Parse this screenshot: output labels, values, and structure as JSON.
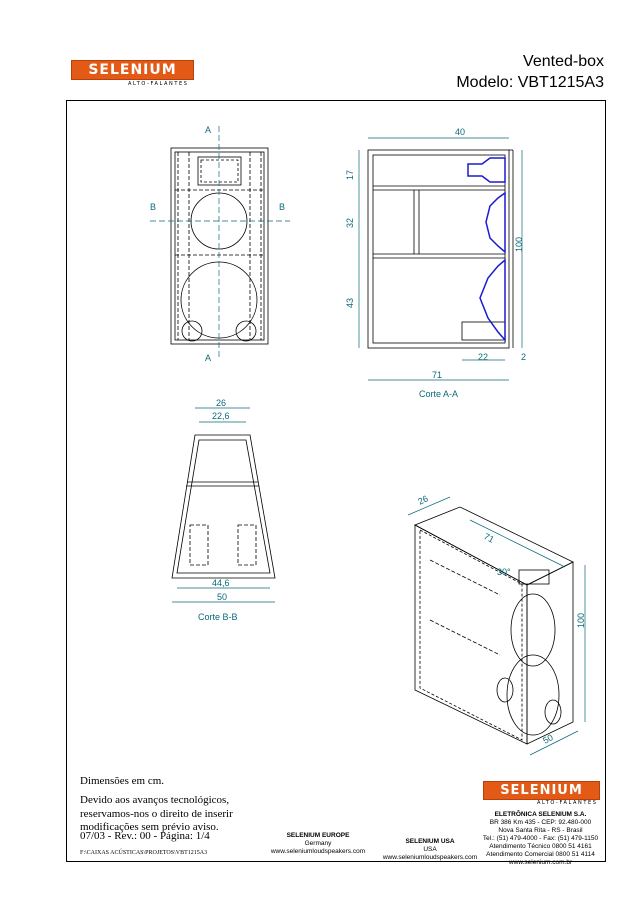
{
  "header": {
    "brand": "SELENIUM",
    "brand_sub": "ALTO-FALANTES",
    "title_line1": "Vented-box",
    "title_line2": "Modelo: VBT1215A3"
  },
  "drawing": {
    "front_view": {
      "section_a_top": "A",
      "section_a_bottom": "A",
      "section_b_left": "B",
      "section_b_right": "B"
    },
    "corte_aa": {
      "label": "Corte A-A",
      "dim_width_top": "40",
      "dim_height_17": "17",
      "dim_height_32": "32",
      "dim_height_43": "43",
      "dim_height_100": "100",
      "dim_depth_71": "71",
      "dim_port_22": "22",
      "dim_front_2": "2"
    },
    "corte_bb": {
      "label": "Corte B-B",
      "dim_top_26": "26",
      "dim_top_inner": "22,6",
      "dim_bottom_inner": "44,6",
      "dim_bottom_50": "50"
    },
    "iso_view": {
      "dim_top_26": "26",
      "dim_depth_71": "71",
      "dim_angle": "30°",
      "dim_height_100": "100",
      "dim_width_50": "50"
    }
  },
  "notes": {
    "units": "Dimensões em cm.",
    "disclaimer_line1": "Devido aos avanços tecnológicos,",
    "disclaimer_line2": "reservamos-nos o direito de inserir",
    "disclaimer_line3": "modificações sem prévio aviso.",
    "revision": "07/03 - Rev.: 00 - Página: 1/4",
    "file_path": "F:\\CAIXAS  ACÚSTICAS\\PROJETOS\\VBT1215A3"
  },
  "footer": {
    "europe_title": "SELENIUM EUROPE",
    "europe_country": "Germany",
    "europe_web": "www.seleniumloudspeakers.com",
    "usa_title": "SELENIUM USA",
    "usa_country": "USA",
    "usa_web": "www.seleniumloudspeakers.com",
    "company": "ELETRÔNICA SELENIUM S.A.",
    "address1": "BR 386 Km 435 - CEP: 92.480-000",
    "address2": "Nova Santa Rita - RS - Brasil",
    "phone": "Tel.: (51) 479-4000 - Fax: (51) 479-1150",
    "tech_support": "Atendimento Técnico 0800 51 4161",
    "sales_support": "Atendimento Comercial 0800 51 4114",
    "website": "www.selenium.com.br"
  },
  "colors": {
    "brand_orange": "#e35a16",
    "dimension_teal": "#0a6a7a",
    "driver_blue": "#1a1ad0"
  }
}
